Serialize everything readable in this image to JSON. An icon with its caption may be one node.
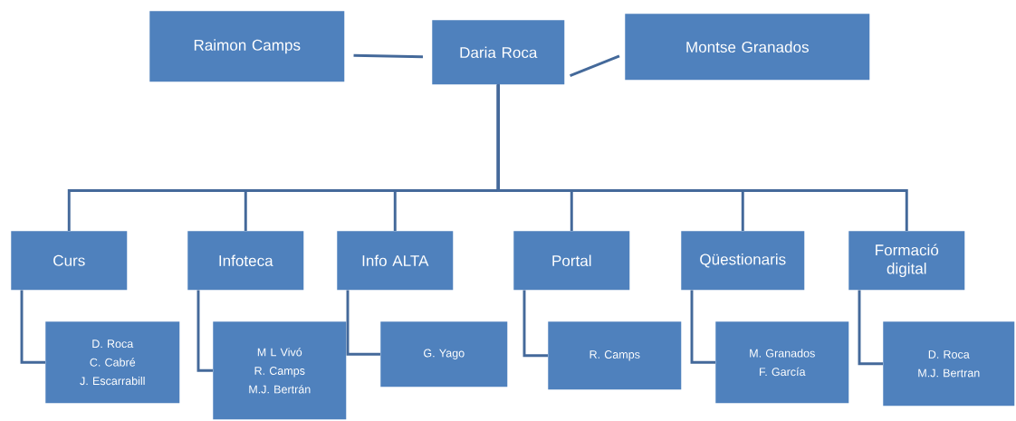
{
  "diagram": {
    "nodes": [
      {
        "text": [
          "Raimon Camps"
        ]
      },
      {
        "text": [
          "Daria Roca"
        ]
      },
      {
        "text": [
          "Montse Granados"
        ]
      },
      {
        "text": [
          "Curs"
        ]
      },
      {
        "text": [
          "Infoteca"
        ]
      },
      {
        "text": [
          "Info ALTA"
        ]
      },
      {
        "text": [
          "Portal"
        ]
      },
      {
        "text": [
          "Qüestionaris"
        ]
      },
      {
        "text": [
          "Formació digital"
        ]
      },
      {
        "text": [
          "D. Roca",
          "C. Cabré",
          "J. Escarrabill"
        ]
      },
      {
        "text": [
          "M L Vivó",
          "R. Camps",
          "M.J. Bertrán"
        ]
      },
      {
        "text": [
          "G. Yago"
        ]
      },
      {
        "text": [
          "R. Camps"
        ]
      },
      {
        "text": [
          "M. Granados",
          "F. García"
        ]
      },
      {
        "text": [
          "D. Roca",
          "M.J. Bertran"
        ]
      }
    ],
    "edges": [
      {
        "from": 0,
        "to": 1,
        "arrow": "none"
      },
      {
        "from": 1,
        "to": 2,
        "arrow": "none"
      },
      {
        "from": 1,
        "to": 3,
        "arrow": "none"
      },
      {
        "from": 1,
        "to": 4,
        "arrow": "none"
      },
      {
        "from": 1,
        "to": 5,
        "arrow": "none"
      },
      {
        "from": 1,
        "to": 6,
        "arrow": "none"
      },
      {
        "from": 1,
        "to": 7,
        "arrow": "none"
      },
      {
        "from": 1,
        "to": 8,
        "arrow": "none"
      },
      {
        "from": 3,
        "to": 9,
        "arrow": "none"
      },
      {
        "from": 4,
        "to": 10,
        "arrow": "none"
      },
      {
        "from": 5,
        "to": 11,
        "arrow": "none"
      },
      {
        "from": 6,
        "to": 12,
        "arrow": "none"
      },
      {
        "from": 7,
        "to": 13,
        "arrow": "none"
      },
      {
        "from": 8,
        "to": 14,
        "arrow": "none"
      }
    ]
  }
}
